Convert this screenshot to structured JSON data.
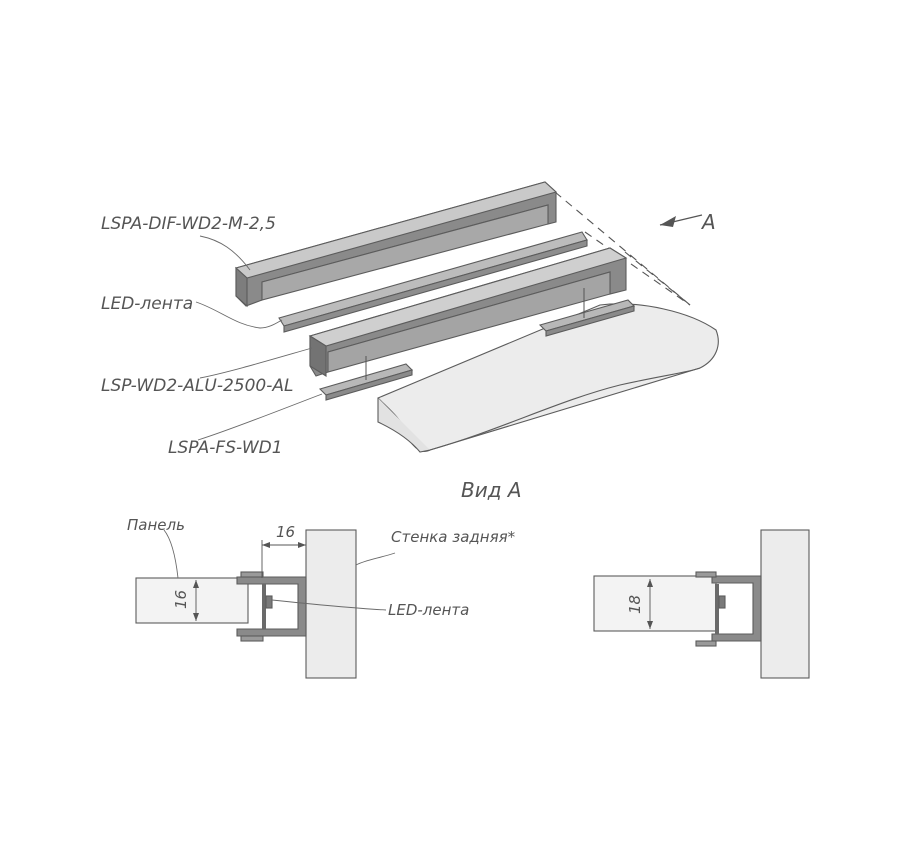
{
  "labels": {
    "diffuser": "LSPA-DIF-WD2-M-2,5",
    "led_strip_top": "LED-лента",
    "profile": "LSP-WD2-ALU-2500-AL",
    "bracket": "LSPA-FS-WD1",
    "view_arrow": "A",
    "view_title": "Вид А",
    "panel": "Панель",
    "back_wall": "Стенка задняя*",
    "led_strip_section": "LED-лента",
    "dim_gap": "16",
    "dim_panel_16": "16",
    "dim_panel_18": "18"
  },
  "colors": {
    "profile_dark": "#8a8a8a",
    "profile_mid": "#a9a9a9",
    "profile_light": "#c8c8c8",
    "panel_face": "#efefef",
    "wall_fill": "#ececec",
    "outline": "#5c5c5c",
    "label_text": "#555555"
  }
}
